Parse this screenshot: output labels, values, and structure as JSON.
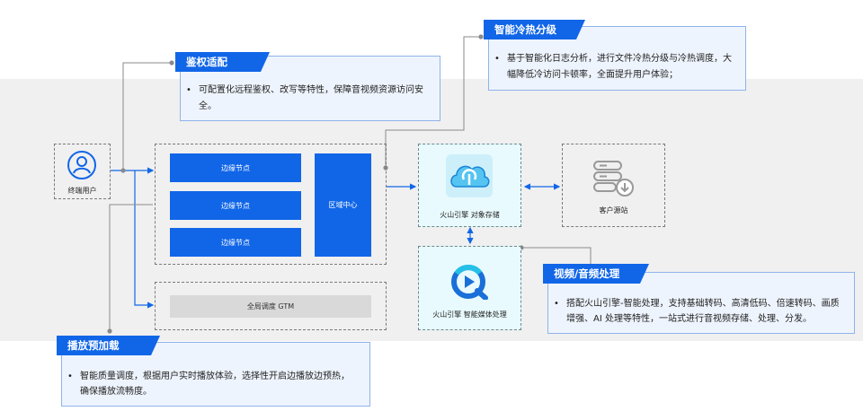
{
  "nodes": {
    "end_user": "终端用户",
    "edge_node_1": "边缘节点",
    "edge_node_2": "边缘节点",
    "edge_node_3": "边缘节点",
    "region_center": "区域中心",
    "gtm": "全局调度 GTM",
    "object_storage": "火山引擎 对象存储",
    "customer_origin": "客户源站",
    "media_processing": "火山引擎 智能媒体处理"
  },
  "callouts": {
    "auth": {
      "title": "鉴权适配",
      "bullet": "•",
      "lines": [
        "可配置化远程鉴权、改写等特性，保障音视频资源访问安",
        "全。"
      ]
    },
    "tiering": {
      "title": "智能冷热分级",
      "bullet": "•",
      "lines": [
        "基于智能化日志分析，进行文件冷热分级与冷热调度，大",
        "幅降低冷访问卡顿率，全面提升用户体验；"
      ]
    },
    "media": {
      "title": "视频/音频处理",
      "bullet": "•",
      "lines": [
        "搭配火山引擎-智能处理，支持基础转码、高清低码、倍速转码、画质",
        "增强、AI 处理等特性，一站式进行音视频存储、处理、分发。"
      ]
    },
    "preload": {
      "title": "播放预加载",
      "bullet": "•",
      "lines": [
        "智能质量调度，根据用户实时播放体验，选择性开启边播放边预热，",
        "确保播放流畅度。"
      ]
    }
  },
  "icons": {
    "end_user": "user-circle-icon",
    "object_storage": "cloud-storage-icon",
    "customer_origin": "server-download-icon",
    "media_processing": "media-play-icon"
  },
  "colors": {
    "accent": "#1166e8",
    "callout_bg": "#eef4fd",
    "service_bg": "#e8fafd",
    "band_bg": "#f0f0f0"
  }
}
